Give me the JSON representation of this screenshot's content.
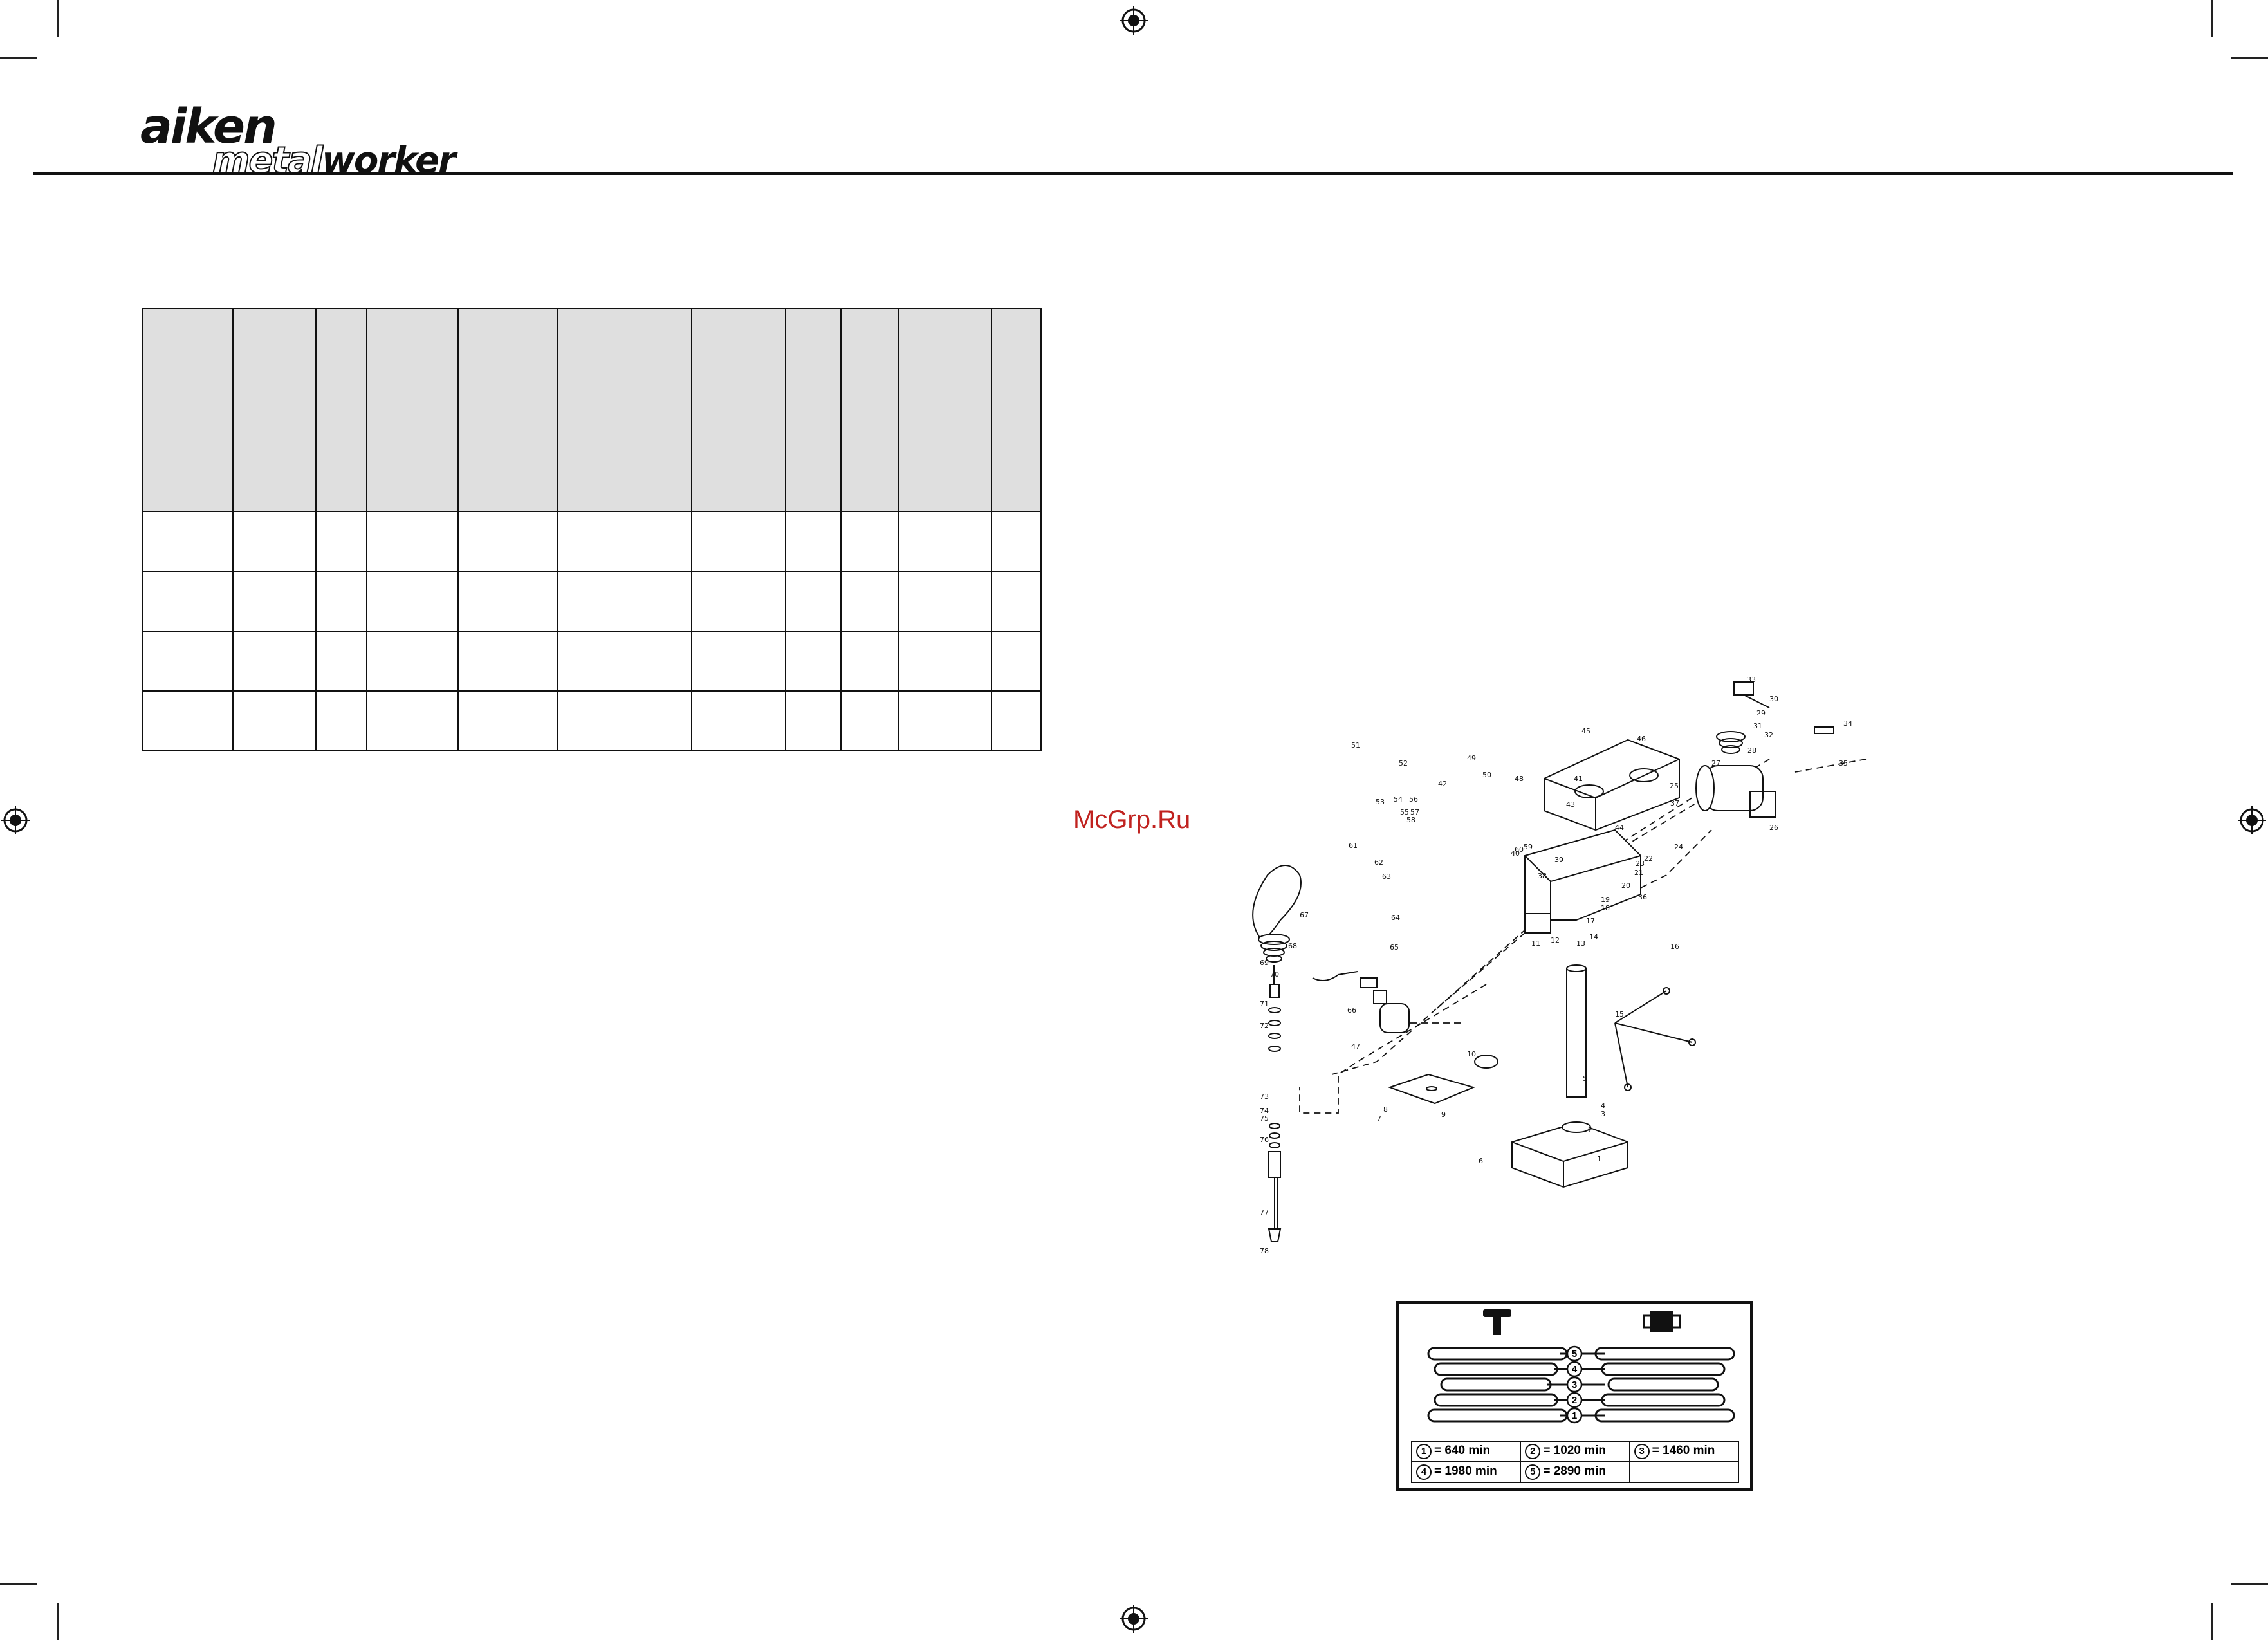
{
  "header": {
    "logo_top": "aiken",
    "logo_bottom_light": "metal",
    "logo_bottom_dark": "worker"
  },
  "table": {
    "columns": 11,
    "header_cells": [
      "",
      "",
      "",
      "",
      "",
      "",
      "",
      "",
      "",
      "",
      ""
    ],
    "rows": [
      [
        "",
        "",
        "",
        "",
        "",
        "",
        "",
        "",
        "",
        "",
        ""
      ],
      [
        "",
        "",
        "",
        "",
        "",
        "",
        "",
        "",
        "",
        "",
        ""
      ],
      [
        "",
        "",
        "",
        "",
        "",
        "",
        "",
        "",
        "",
        "",
        ""
      ],
      [
        "",
        "",
        "",
        "",
        "",
        "",
        "",
        "",
        "",
        "",
        ""
      ]
    ]
  },
  "watermark": "McGrp.Ru",
  "diagram": {
    "part_labels": [
      "1",
      "2",
      "3",
      "4",
      "5",
      "6",
      "7",
      "8",
      "9",
      "10",
      "11",
      "12",
      "13",
      "14",
      "15",
      "16",
      "17",
      "18",
      "19",
      "20",
      "21",
      "22",
      "23",
      "24",
      "25",
      "26",
      "27",
      "28",
      "29",
      "30",
      "31",
      "32",
      "33",
      "34",
      "35",
      "36",
      "37",
      "38",
      "39",
      "40",
      "41",
      "42",
      "43",
      "44",
      "45",
      "46",
      "47",
      "48",
      "49",
      "50",
      "51",
      "52",
      "53",
      "54",
      "55",
      "56",
      "57",
      "58",
      "59",
      "60",
      "61",
      "62",
      "63",
      "64",
      "65",
      "66",
      "67",
      "68",
      "69",
      "70",
      "71",
      "72",
      "73",
      "74",
      "75",
      "76",
      "77",
      "78"
    ]
  },
  "speed_chart": {
    "icon_left": "spindle-icon",
    "icon_right": "motor-icon",
    "steps": [
      "5",
      "4",
      "3",
      "2",
      "1"
    ],
    "speeds": [
      {
        "num": "1",
        "text": "= 640 min"
      },
      {
        "num": "2",
        "text": "= 1020 min"
      },
      {
        "num": "3",
        "text": "= 1460 min"
      },
      {
        "num": "4",
        "text": "= 1980 min"
      },
      {
        "num": "5",
        "text": "= 2890 min"
      }
    ]
  }
}
